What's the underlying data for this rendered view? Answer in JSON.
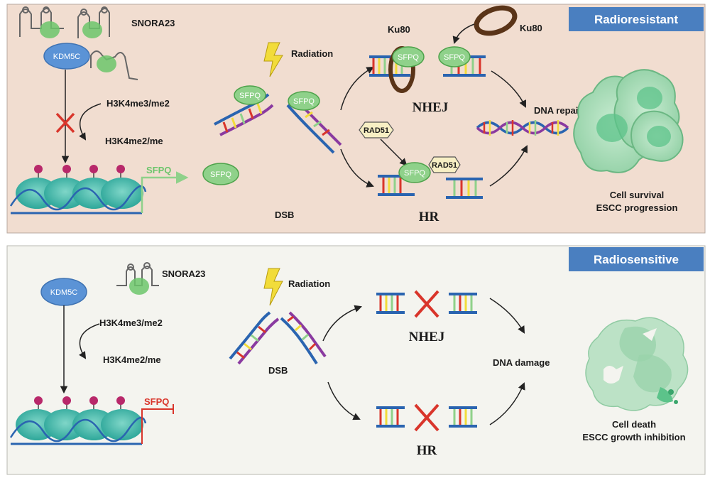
{
  "top_panel": {
    "title": "Radioresistant",
    "snorna": "SNORA23",
    "kdm5c": "KDM5C",
    "h3k4_from": "H3K4me3/me2",
    "h3k4_to": "H3K4me2/me",
    "gene": "SFPQ",
    "protein": "SFPQ",
    "radiation": "Radiation",
    "dsb": "DSB",
    "ku80_a": "Ku80",
    "ku80_b": "Ku80",
    "rad51_a": "RAD51",
    "rad51_b": "RAD51",
    "nhej": "NHEJ",
    "hr": "HR",
    "outcome": "DNA repair",
    "cell_line1": "Cell survival",
    "cell_line2": "ESCC progression"
  },
  "bottom_panel": {
    "title": "Radiosensitive",
    "snorna": "SNORA23",
    "kdm5c": "KDM5C",
    "h3k4_from": "H3K4me3/me2",
    "h3k4_to": "H3K4me2/me",
    "gene": "SFPQ",
    "radiation": "Radiation",
    "dsb": "DSB",
    "nhej": "NHEJ",
    "hr": "HR",
    "outcome": "DNA damage",
    "cell_line1": "Cell death",
    "cell_line2": "ESCC growth inhibition"
  },
  "colors": {
    "top_bg": "#f1ddd0",
    "bottom_bg": "#f4f4ef",
    "title_box": "#4a7fc0",
    "kdm5c": "#5b93d6",
    "sfpq": "#8fd18a",
    "nucleosome": "#3bb8b8",
    "cross": "#d9352b",
    "ku80": "#5a3418",
    "rad51": "#f7efc4",
    "cell": "#9ad3ab"
  }
}
